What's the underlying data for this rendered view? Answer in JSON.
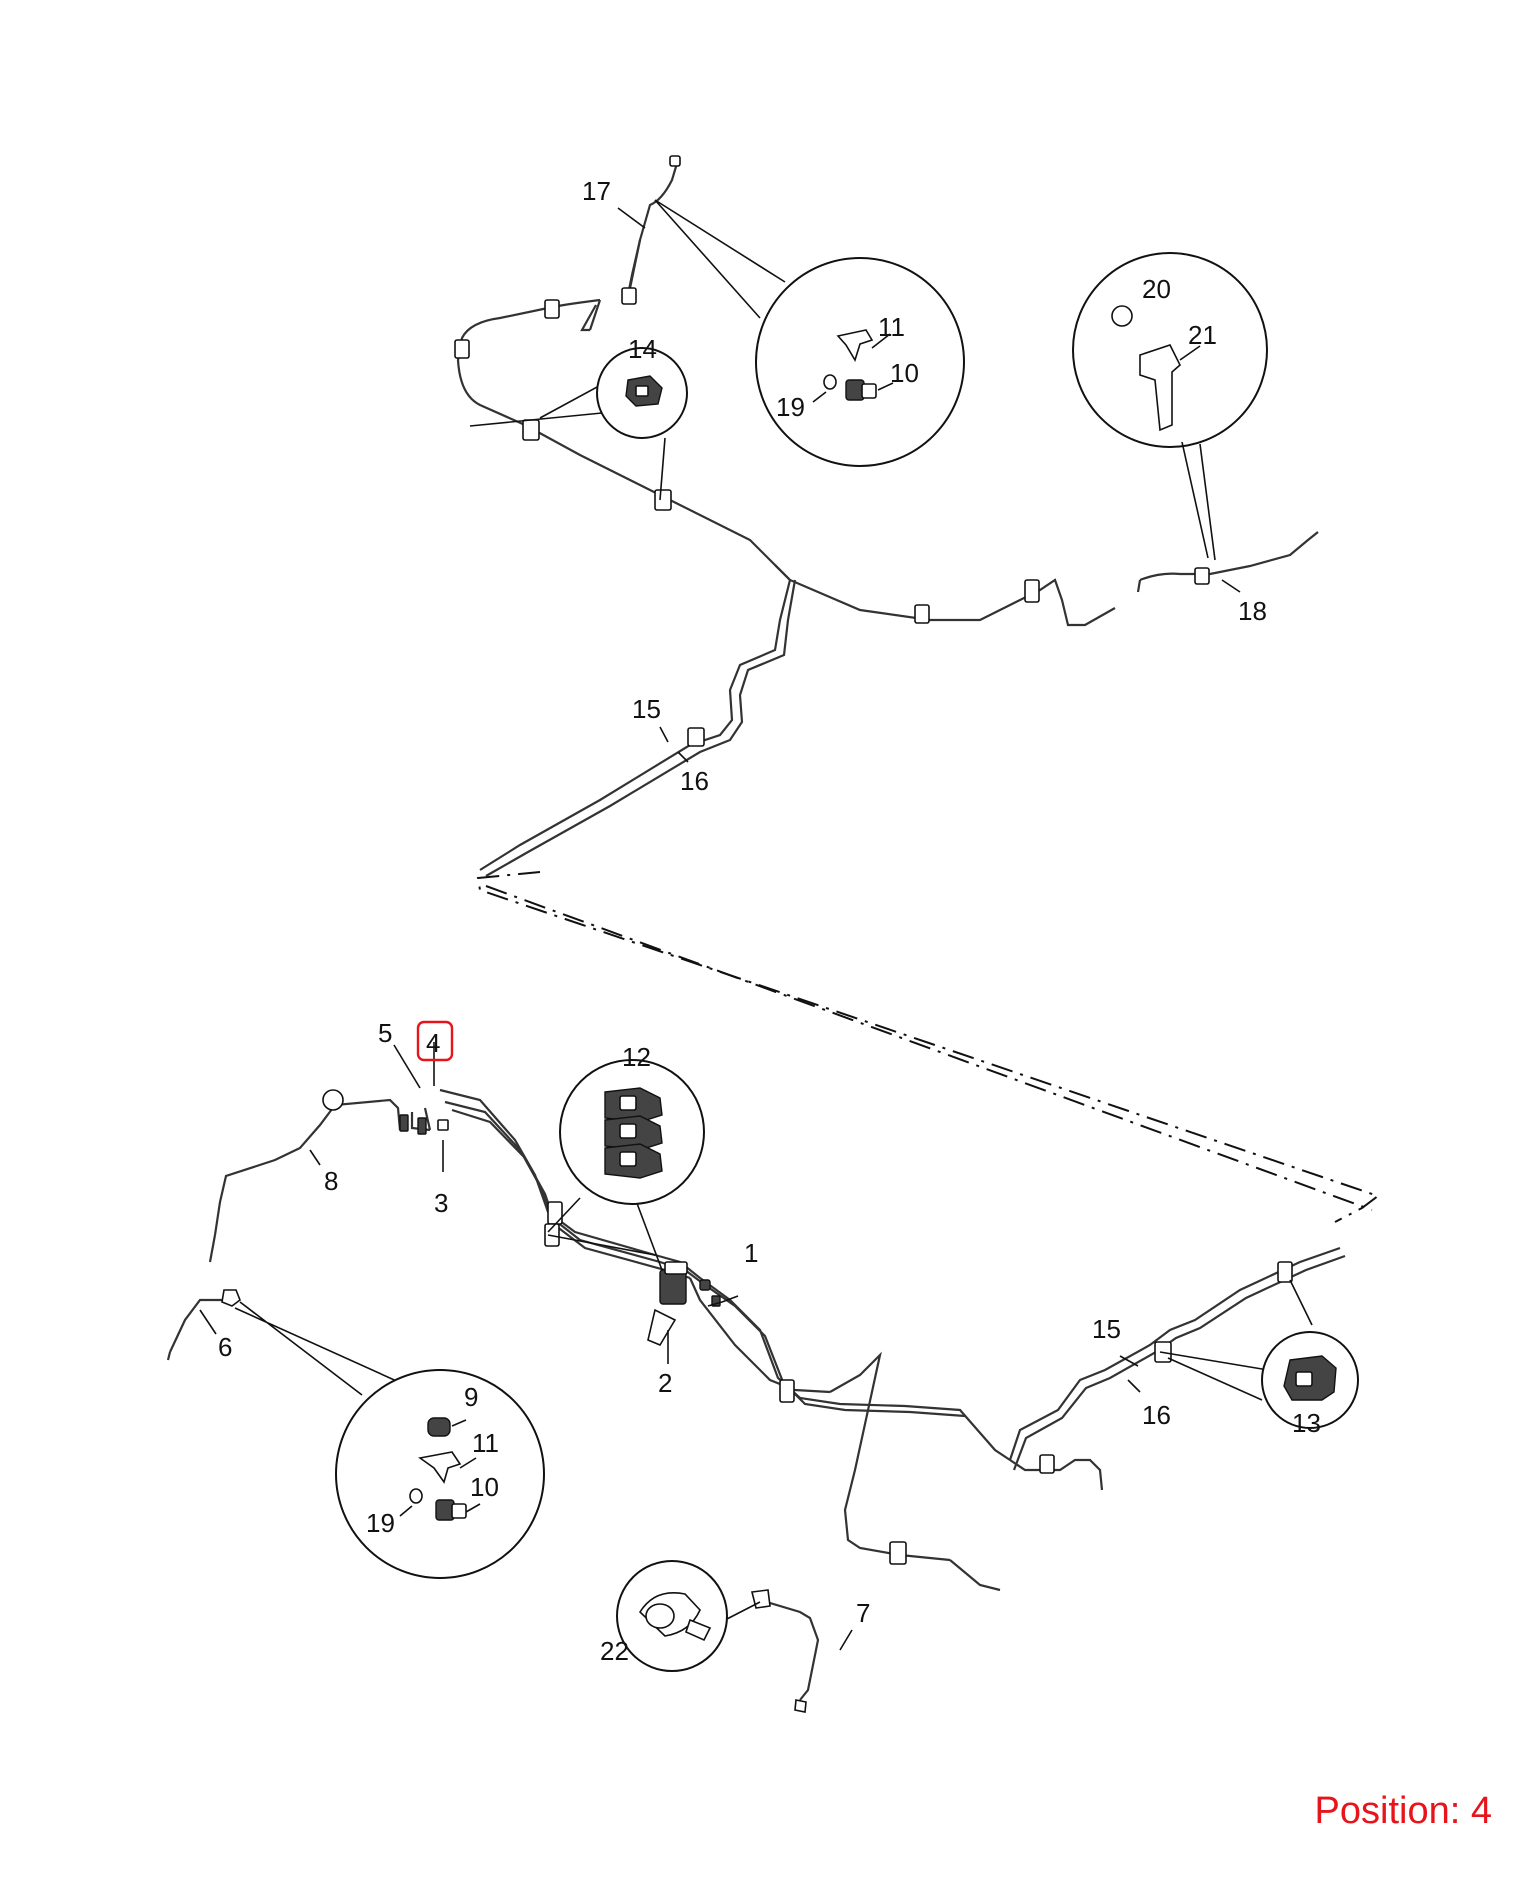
{
  "callouts": {
    "c17": "17",
    "c11a": "11",
    "c10a": "10",
    "c19a": "19",
    "c14": "14",
    "c20": "20",
    "c21": "21",
    "c18": "18",
    "c15a": "15",
    "c16a": "16",
    "c5": "5",
    "c4": "4",
    "c12": "12",
    "c8": "8",
    "c3": "3",
    "c1": "1",
    "c2": "2",
    "c6": "6",
    "c9": "9",
    "c11b": "11",
    "c10b": "10",
    "c19b": "19",
    "c15b": "15",
    "c16b": "16",
    "c13": "13",
    "c7": "7",
    "c22": "22"
  },
  "highlight": {
    "callout": "4",
    "color": "#e8141b"
  },
  "position_label": "Position: 4"
}
